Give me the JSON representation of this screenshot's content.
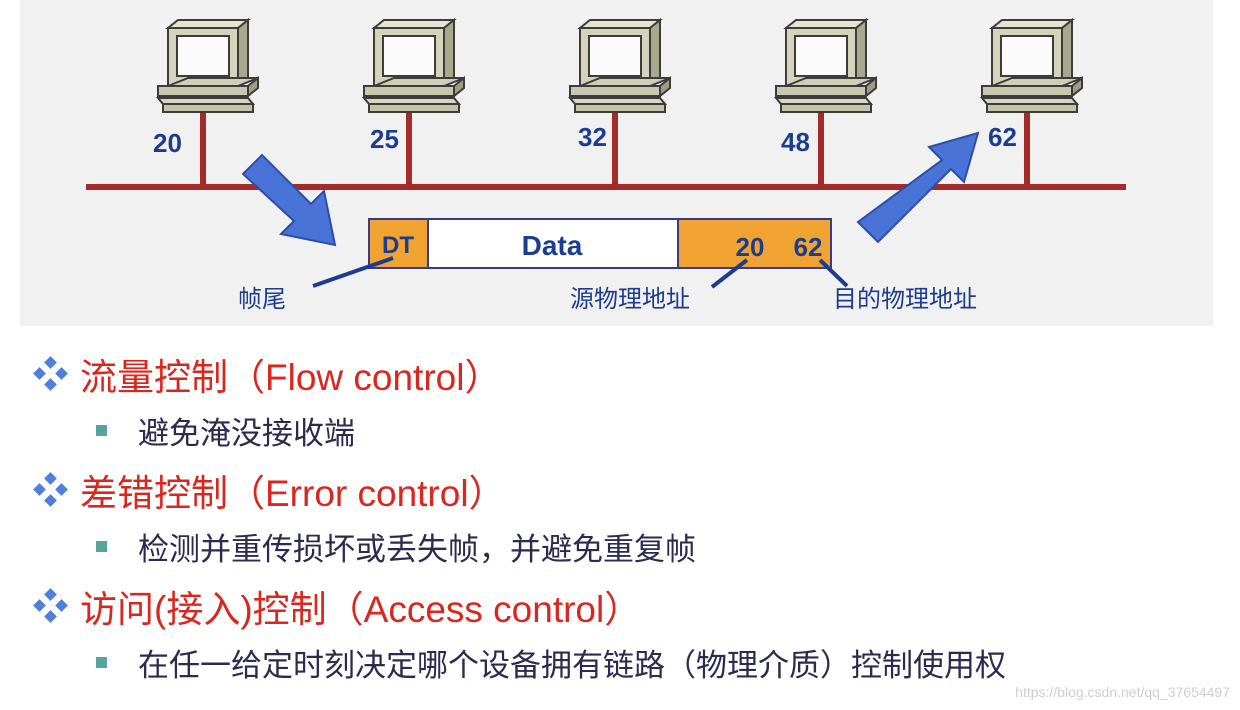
{
  "diagram": {
    "computers": [
      {
        "address": "20"
      },
      {
        "address": "25"
      },
      {
        "address": "32"
      },
      {
        "address": "48"
      },
      {
        "address": "62"
      }
    ],
    "frame": {
      "trailer": "DT",
      "data": "Data",
      "src_address": "20",
      "dst_address": "62"
    },
    "callouts": {
      "trailer": "帧尾",
      "source": "源物理地址",
      "destination": "目的物理地址"
    },
    "colors": {
      "bus": "#a52a2a",
      "frame_field": "#f0a330",
      "arrow": "#4a73d8",
      "label": "#1c3d8f"
    }
  },
  "bullets": [
    {
      "title": "流量控制（Flow control）",
      "detail": "避免淹没接收端"
    },
    {
      "title": "差错控制（Error control）",
      "detail": "检测并重传损坏或丢失帧，并避免重复帧"
    },
    {
      "title": "访问(接入)控制（Access control）",
      "detail": "在任一给定时刻决定哪个设备拥有链路（物理介质）控制使用权"
    }
  ],
  "watermark": "https://blog.csdn.net/qq_37654497"
}
